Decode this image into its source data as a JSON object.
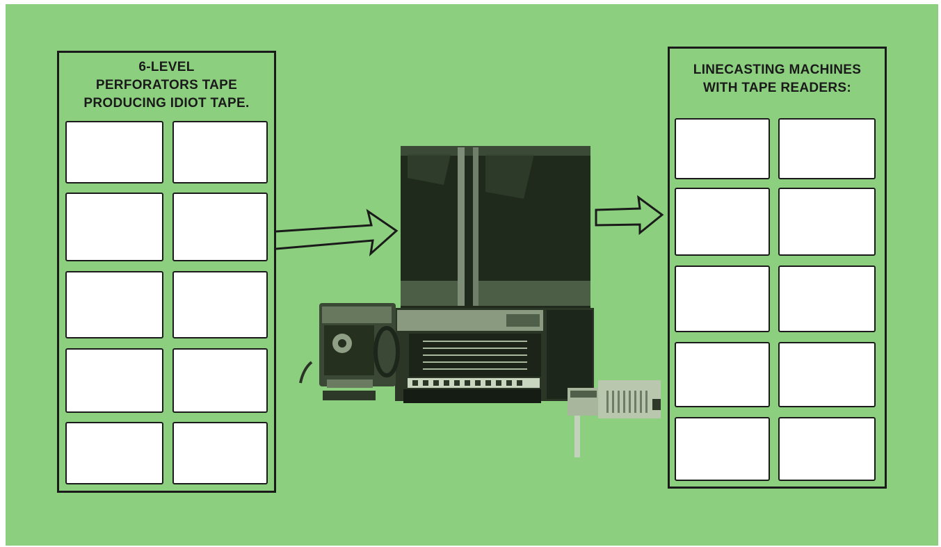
{
  "left_panel": {
    "title": "6-LEVEL\nPERFORATORS TAPE\nPRODUCING IDIOT TAPE.",
    "slot_count": 10
  },
  "right_panel": {
    "title": "LINECASTING MACHINES\nWITH TAPE READERS:",
    "slot_count": 10
  },
  "colors": {
    "background": "#8ccf7f",
    "ink": "#1a1a1a",
    "slot_fill": "#ffffff"
  },
  "illustration": {
    "center": "computer-photo",
    "left_device": "tape-reader-device",
    "right_device": "tape-punch-device"
  }
}
